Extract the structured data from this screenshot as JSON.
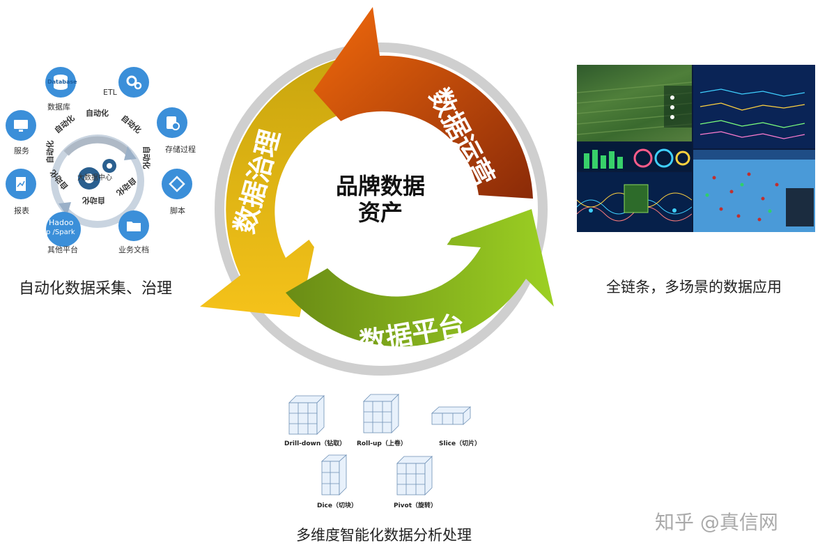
{
  "left_panel": {
    "center_label": "大数据中心",
    "nodes": {
      "database_top": "Database",
      "database": "数据库",
      "etl": "ETL",
      "storage": "存储过程",
      "service": "服务",
      "script": "脚本",
      "report": "报表",
      "hadoop_1": "Hadoo",
      "hadoop_2": "p /Spark",
      "other_platform": "其他平台",
      "business_docs": "业务文档"
    },
    "ring_label": "自动化",
    "caption": "自动化数据采集、治理"
  },
  "cycle": {
    "center_line1": "品牌数据",
    "center_line2": "资产",
    "segments": {
      "governance": "数据治理",
      "operations": "数据运营",
      "platform": "数据平台"
    },
    "colors": {
      "governance": "#e8b21a",
      "operations": "#e85a0c",
      "platform": "#7fb51c"
    }
  },
  "right_panel": {
    "caption": "全链条，多场景的数据应用"
  },
  "bottom_panel": {
    "cubes": {
      "drill_down": "Drill-down（钻取）",
      "roll_up": "Roll-up（上卷）",
      "slice": "Slice（切片）",
      "dice": "Dice（切块）",
      "pivot": "Pivot（旋转）"
    },
    "caption": "多维度智能化数据分析处理"
  },
  "watermark": "知乎 @真信网"
}
